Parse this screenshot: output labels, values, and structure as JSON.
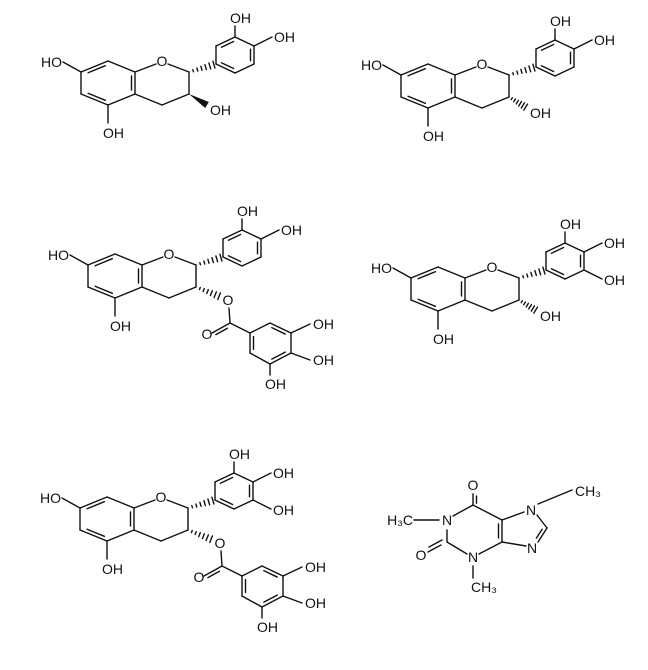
{
  "structures": [
    {
      "c3_bond": "wedge",
      "galloyl": false,
      "pyrogallol": false,
      "labels": {
        "ring_o": "O",
        "ho_7": "HO",
        "oh_5": "OH",
        "oh_3p": "OH",
        "oh_4p": "OH",
        "oh_3": "OH"
      }
    },
    {
      "c3_bond": "hash",
      "galloyl": false,
      "pyrogallol": false,
      "labels": {
        "ring_o": "O",
        "ho_7": "HO",
        "oh_5": "OH",
        "oh_3p": "OH",
        "oh_4p": "OH",
        "oh_3": "OH"
      }
    },
    {
      "c3_bond": "hash",
      "galloyl": true,
      "pyrogallol": false,
      "labels": {
        "ring_o": "O",
        "ho_7": "HO",
        "oh_5": "OH",
        "oh_3p": "OH",
        "oh_4p": "OH",
        "ester_o": "O",
        "carbonyl_o": "O",
        "g_oh_a": "OH",
        "g_oh_b": "OH",
        "g_oh_c": "OH"
      }
    },
    {
      "c3_bond": "hash",
      "galloyl": false,
      "pyrogallol": true,
      "labels": {
        "ring_o": "O",
        "ho_7": "HO",
        "oh_5": "OH",
        "oh_3p": "OH",
        "oh_4p": "OH",
        "oh_5p": "OH",
        "oh_3": "OH"
      }
    },
    {
      "c3_bond": "hash",
      "galloyl": true,
      "pyrogallol": true,
      "labels": {
        "ring_o": "O",
        "ho_7": "HO",
        "oh_5": "OH",
        "oh_3p": "OH",
        "oh_4p": "OH",
        "oh_5p": "OH",
        "ester_o": "O",
        "carbonyl_o": "O",
        "g_oh_a": "OH",
        "g_oh_b": "OH",
        "g_oh_c": "OH"
      }
    }
  ],
  "caffeine": {
    "labels": {
      "o6": "O",
      "o2": "O",
      "n1": "N",
      "n3": "N",
      "n7": "N",
      "n9": "N",
      "me1": "H₃C",
      "me3": "CH₃",
      "me7": "CH₃"
    }
  }
}
